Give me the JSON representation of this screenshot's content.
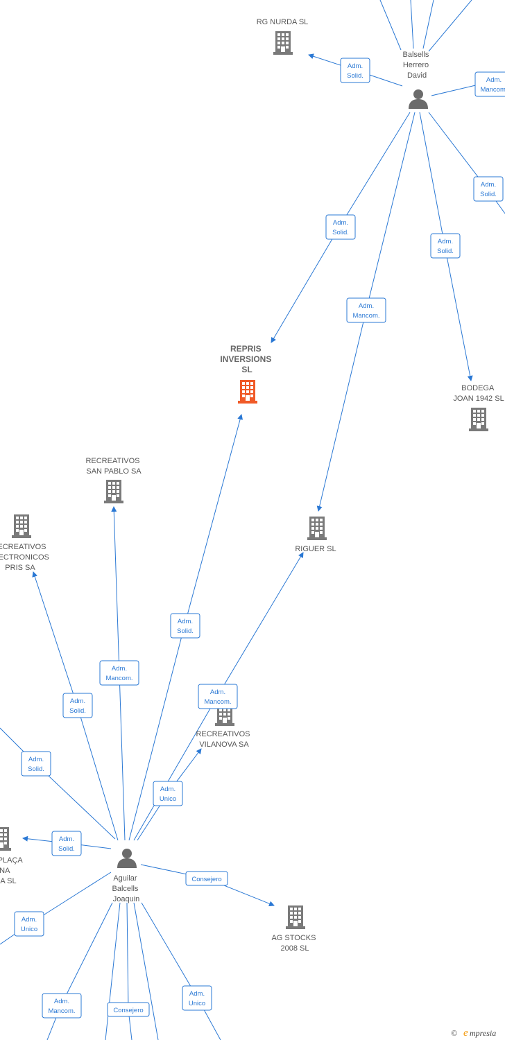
{
  "colors": {
    "edge": "#2a78d4",
    "company": "#7a7a7a",
    "focus_company": "#f05a28",
    "person": "#6b6b6b"
  },
  "nodes": [
    {
      "id": "rg_nurda",
      "kind": "company",
      "label": [
        "RG NURDA  SL"
      ]
    },
    {
      "id": "balsells",
      "kind": "person",
      "label": [
        "Balsells",
        "Herrero",
        "David"
      ]
    },
    {
      "id": "repris",
      "kind": "company",
      "focus": true,
      "label": [
        "REPRIS",
        "INVERSIONS",
        "SL"
      ]
    },
    {
      "id": "bodega",
      "kind": "company",
      "label": [
        "BODEGA",
        "JOAN 1942  SL"
      ]
    },
    {
      "id": "recre_sp",
      "kind": "company",
      "label": [
        "RECREATIVOS",
        "SAN PABLO SA"
      ]
    },
    {
      "id": "recre_el",
      "kind": "company",
      "label": [
        "RECREATIVOS",
        "ELECTRONICOS",
        "PRIS SA"
      ]
    },
    {
      "id": "riguer",
      "kind": "company",
      "label": [
        "RIGUER SL"
      ]
    },
    {
      "id": "recre_vil",
      "kind": "company",
      "label": [
        "RECREATIVOS",
        "VILANOVA SA"
      ]
    },
    {
      "id": "placa",
      "kind": "company",
      "label": [
        "LA PLAÇA",
        "NA",
        "CA  SL"
      ]
    },
    {
      "id": "aguilar",
      "kind": "person",
      "label": [
        "Aguilar",
        "Balcells",
        "Joaquin"
      ]
    },
    {
      "id": "ag_stocks",
      "kind": "company",
      "label": [
        "AG STOCKS",
        "2008 SL"
      ]
    }
  ],
  "relations": [
    {
      "id": "r01",
      "lines": [
        "Adm.",
        "Solid."
      ]
    },
    {
      "id": "r02",
      "lines": [
        "Adm.",
        "Mancom."
      ]
    },
    {
      "id": "r03",
      "lines": [
        "Adm.",
        "Solid."
      ]
    },
    {
      "id": "r04",
      "lines": [
        "Adm.",
        "Solid."
      ]
    },
    {
      "id": "r05",
      "lines": [
        "Adm.",
        "Solid."
      ]
    },
    {
      "id": "r06",
      "lines": [
        "Adm.",
        "Mancom."
      ]
    },
    {
      "id": "r07",
      "lines": [
        "Adm.",
        "Solid."
      ]
    },
    {
      "id": "r08",
      "lines": [
        "Adm.",
        "Mancom."
      ]
    },
    {
      "id": "r09",
      "lines": [
        "Adm.",
        "Solid."
      ]
    },
    {
      "id": "r10",
      "lines": [
        "Adm.",
        "Mancom."
      ]
    },
    {
      "id": "r11",
      "lines": [
        "Adm.",
        "Solid."
      ]
    },
    {
      "id": "r12",
      "lines": [
        "Adm.",
        "Unico"
      ]
    },
    {
      "id": "r13",
      "lines": [
        "Adm.",
        "Solid."
      ]
    },
    {
      "id": "r14",
      "lines": [
        "Consejero"
      ]
    },
    {
      "id": "r15",
      "lines": [
        "Adm.",
        "Unico"
      ]
    },
    {
      "id": "r16",
      "lines": [
        "Adm.",
        "Mancom."
      ]
    },
    {
      "id": "r17",
      "lines": [
        "Consejero"
      ]
    },
    {
      "id": "r18",
      "lines": [
        "Adm.",
        "Unico"
      ]
    }
  ],
  "footer": {
    "copyright_symbol": "©",
    "brand_initial": "e",
    "brand_rest": "mpresia"
  }
}
